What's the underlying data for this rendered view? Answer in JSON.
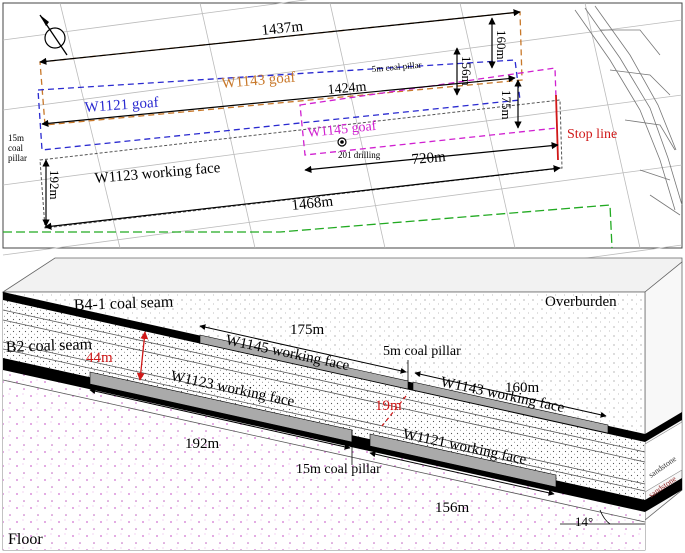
{
  "plan": {
    "dims": {
      "len_1437": "1437m",
      "len_1424": "1424m",
      "len_1468": "1468m",
      "len_720": "720m",
      "w_160": "160m",
      "w_156": "156m",
      "w_175": "175m",
      "w_192": "192m"
    },
    "labels": {
      "w1143_goaf": "W1143  goaf",
      "w1121_goaf": "W1121 goaf",
      "w1145_goaf": "W1145 goaf",
      "w1123_face": "W1123 working face",
      "coal_pillar_5m": "5m coal pillar",
      "coal_pillar_15m_l1": "15m",
      "coal_pillar_15m_l2": "coal",
      "coal_pillar_15m_l3": "pillar",
      "drilling": "201 drilling",
      "stop_line": "Stop line"
    },
    "colors": {
      "w1143": "#c8782a",
      "w1121": "#2a2ad0",
      "w1145": "#d020d0",
      "stop": "#d01818",
      "boundary": "#22aa22"
    }
  },
  "section": {
    "labels": {
      "overburden": "Overburden",
      "b41_seam": "B4-1 coal seam",
      "b2_seam": "B2 coal seam",
      "w1145_face": "W1145 working face",
      "w1123_face": "W1123 working face",
      "w1143_face": "W1143 working face",
      "w1121_face": "W1121 working face",
      "pillar_5m": "5m coal pillar",
      "pillar_15m": "15m coal pillar",
      "sandstone_1": "sandstone",
      "sandstone_2": "sandstone",
      "floor": "Floor"
    },
    "dims": {
      "d_175": "175m",
      "d_160": "160m",
      "d_192": "192m",
      "d_156": "156m",
      "d_44": "44m",
      "d_19": "19m",
      "dip": "14°"
    }
  }
}
